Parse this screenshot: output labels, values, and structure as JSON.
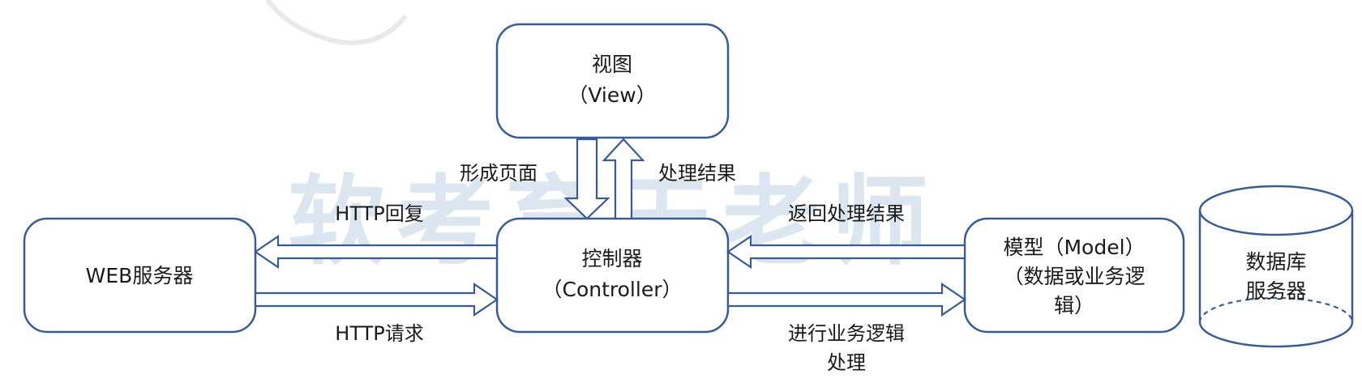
{
  "watermark": "软考育天老师",
  "nodes": {
    "view": [
      "视图",
      "（View）"
    ],
    "controller": [
      "控制器",
      "（Controller）"
    ],
    "web": [
      "WEB服务器"
    ],
    "model": [
      "模型（Model）",
      "（数据或业务逻",
      "辑）"
    ],
    "database": [
      "数据库",
      "服务器"
    ]
  },
  "edges": {
    "form_page": "形成页面",
    "process_result": "处理结果",
    "http_reply": "HTTP回复",
    "http_request": "HTTP请求",
    "return_result": "返回处理结果",
    "business_logic": [
      "进行业务逻辑",
      "处理"
    ]
  },
  "colors": {
    "stroke": "#3a5a92",
    "watermark": "#dce6f1",
    "text": "#1a1a1a"
  }
}
